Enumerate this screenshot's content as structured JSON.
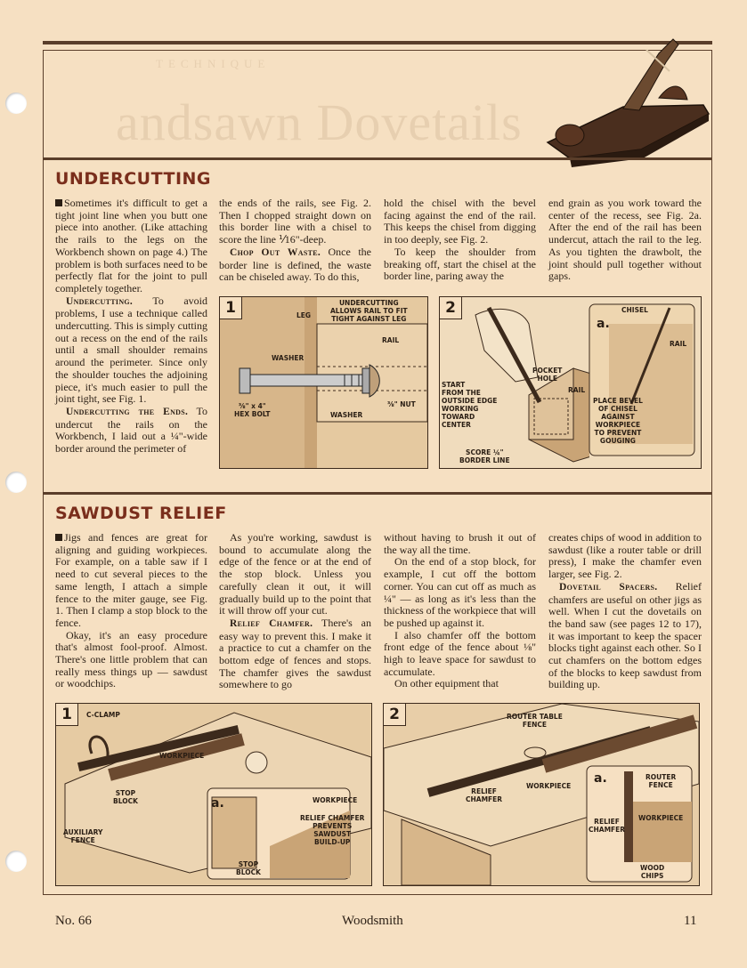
{
  "header": {
    "kicker": "TECHNIQUE",
    "title_ghost": "andsawn Dovetails"
  },
  "section1": {
    "heading": "UNDERCUTTING",
    "col1_p1": "Sometimes it's difficult to get a tight joint line when you butt one piece into another. (Like attaching the rails to the legs on the Workbench shown on page 4.) The problem is both surfaces need to be perfectly flat for the joint to pull completely together.",
    "col1_p2_lead": "Undercutting.",
    "col1_p2": "To avoid problems, I use a technique called undercutting. This is simply cutting out a recess on the end of the rails until a small shoulder remains around the perimeter. Since only the shoulder touches the adjoining piece, it's much easier to pull the joint tight, see Fig. 1.",
    "col1_p3_lead": "Undercutting the Ends.",
    "col1_p3": "To undercut the rails on the Workbench, I laid out a ¼\"-wide border around the perimeter of",
    "col2_p1": "the ends of the rails, see Fig. 2. Then I chopped straight down on this border line with a chisel to score the line ⅟16\"-deep.",
    "col2_p2_lead": "Chop Out Waste.",
    "col2_p2": "Once the border line is defined, the waste can be chiseled away. To do this,",
    "col3_p1": "hold the chisel with the bevel facing against the end of the rail. This keeps the chisel from digging in too deeply, see Fig. 2.",
    "col3_p2": "To keep the shoulder from breaking off, start the chisel at the border line, paring away the",
    "col4_p1": "end grain as you work toward the center of the recess, see Fig. 2a. After the end of the rail has been undercut, attach the rail to the leg. As you tighten the drawbolt, the joint should pull together without gaps."
  },
  "fig1a": {
    "num": "1",
    "leg": "LEG",
    "undercut": "UNDERCUTTING\nALLOWS RAIL TO FIT\nTIGHT AGAINST LEG",
    "rail": "RAIL",
    "washer1": "WASHER",
    "bolt": "⅜\" x 4\"\nHEX BOLT",
    "washer2": "WASHER",
    "nut": "⅜\" NUT"
  },
  "fig2a": {
    "num": "2",
    "start": "START\nFROM THE\nOUTSIDE EDGE\nWORKING\nTOWARD\nCENTER",
    "pocket": "POCKET\nHOLE",
    "rail": "RAIL",
    "score": "SCORE ¼\"\nBORDER LINE",
    "inset": "a.",
    "chisel": "CHISEL",
    "rail2": "RAIL",
    "place": "PLACE BEVEL\nOF CHISEL\nAGAINST\nWORKPIECE\nTO PREVENT\nGOUGING"
  },
  "section2": {
    "heading": "SAWDUST RELIEF",
    "col1_p1": "Jigs and fences are great for aligning and guiding workpieces. For example, on a table saw if I need to cut several pieces to the same length, I attach a simple fence to the miter gauge, see Fig. 1. Then I clamp a stop block to the fence.",
    "col1_p2": "Okay, it's an easy procedure that's almost fool-proof. Almost. There's one little problem that can really mess things up — sawdust or woodchips.",
    "col2_p1": "As you're working, sawdust is bound to accumulate along the edge of the fence or at the end of the stop block. Unless you carefully clean it out, it will gradually build up to the point that it will throw off your cut.",
    "col2_p2_lead": "Relief Chamfer.",
    "col2_p2": "There's an easy way to prevent this. I make it a practice to cut a chamfer on the bottom edge of fences and stops. The chamfer gives the sawdust somewhere to go",
    "col3_p1": "without having to brush it out of the way all the time.",
    "col3_p2": "On the end of a stop block, for example, I cut off the bottom corner. You can cut off as much as ¼\" — as long as it's less than the thickness of the workpiece that will be pushed up against it.",
    "col3_p3": "I also chamfer off the bottom front edge of the fence about ⅛\" high to leave space for sawdust to accumulate.",
    "col3_p4": "On other equipment that",
    "col4_p1": "creates chips of wood in addition to sawdust (like a router table or drill press), I make the chamfer even larger, see Fig. 2.",
    "col4_p2_lead": "Dovetail Spacers.",
    "col4_p2": "Relief chamfers are useful on other jigs as well. When I cut the dovetails on the band saw (see pages 12 to 17), it was important to keep the spacer blocks tight against each other. So I cut chamfers on the bottom edges of the blocks to keep sawdust from building up."
  },
  "fig1b": {
    "num": "1",
    "cclamp": "C-CLAMP",
    "workpiece": "WORKPIECE",
    "stop": "STOP\nBLOCK",
    "aux": "AUXILIARY\nFENCE",
    "inset": "a.",
    "workpiece2": "WORKPIECE",
    "relief": "RELIEF CHAMFER\nPREVENTS\nSAWDUST\nBUILD-UP",
    "stop2": "STOP\nBLOCK"
  },
  "fig2b": {
    "num": "2",
    "fence": "ROUTER TABLE\nFENCE",
    "relief": "RELIEF\nCHAMFER",
    "workpiece": "WORKPIECE",
    "inset": "a.",
    "router": "ROUTER\nFENCE",
    "relief2": "RELIEF\nCHAMFER",
    "workpiece2": "WORKPIECE",
    "chips": "WOOD\nCHIPS"
  },
  "footer": {
    "issue": "No. 66",
    "magazine": "Woodsmith",
    "page": "11"
  },
  "colors": {
    "heading": "#7a2e1c",
    "rule": "#5a3e2a",
    "paper": "#f6e0c2"
  }
}
